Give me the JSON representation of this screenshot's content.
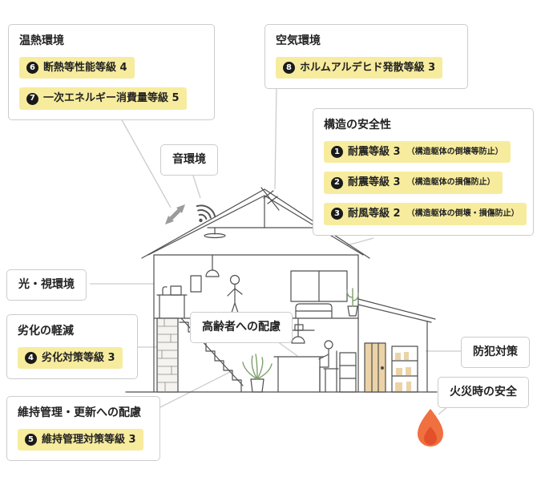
{
  "colors": {
    "highlight": "#F7EC9E",
    "badge": "#1a1a1a",
    "box-border": "#cccccc",
    "connector": "#cccccc",
    "text": "#222222",
    "flame-outer": "#F0703F",
    "flame-inner": "#E2512B",
    "arrow-gray": "#9b9b9b"
  },
  "icons": {
    "flame": "flame-icon",
    "sound_waves": "sound-waves-icon",
    "double_arrow": "double-arrow-icon"
  },
  "labels": {
    "thermal": {
      "title": "温熱環境",
      "items": [
        {
          "num": "6",
          "text": "断熱等性能等級 4"
        },
        {
          "num": "7",
          "text": "一次エネルギー消費量等級 5"
        }
      ]
    },
    "air": {
      "title": "空気環境",
      "items": [
        {
          "num": "8",
          "text": "ホルムアルデヒド発散等級 3"
        }
      ]
    },
    "structure": {
      "title": "構造の安全性",
      "items": [
        {
          "num": "1",
          "text": "耐震等級 3",
          "note": "（構造躯体の倒壊等防止）"
        },
        {
          "num": "2",
          "text": "耐震等級 3",
          "note": "（構造躯体の損傷防止）"
        },
        {
          "num": "3",
          "text": "耐風等級 2",
          "note": "（構造躯体の倒壊・損傷防止）"
        }
      ]
    },
    "sound": {
      "title": "音環境"
    },
    "light": {
      "title": "光・視環境"
    },
    "deterioration": {
      "title": "劣化の軽減",
      "items": [
        {
          "num": "4",
          "text": "劣化対策等級 3"
        }
      ]
    },
    "maintenance": {
      "title": "維持管理・更新への配慮",
      "items": [
        {
          "num": "5",
          "text": "維持管理対策等級 3"
        }
      ]
    },
    "elderly": {
      "title": "高齢者への配慮"
    },
    "security": {
      "title": "防犯対策"
    },
    "fire_safety": {
      "title": "火災時の安全"
    }
  }
}
